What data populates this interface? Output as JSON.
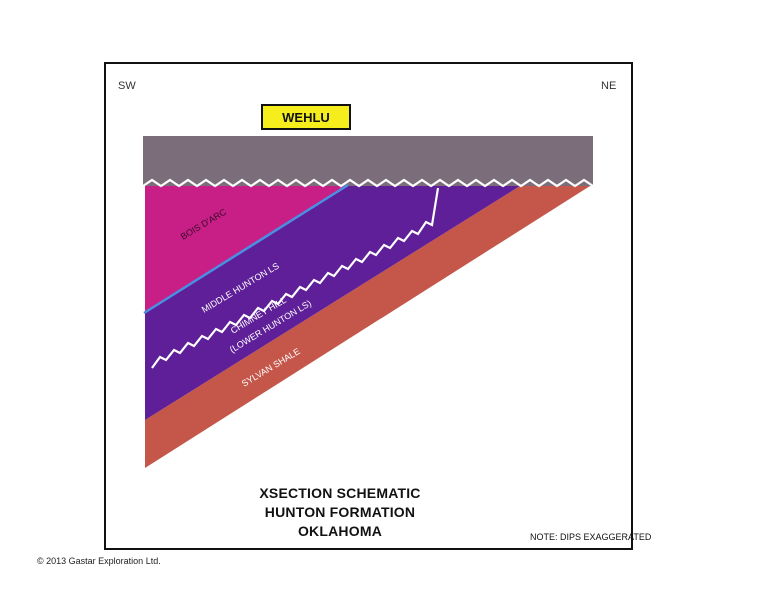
{
  "orientation": {
    "left": "SW",
    "right": "NE"
  },
  "well_label": "WEHLU",
  "layers": [
    {
      "name": "BOIS D'ARC",
      "color": "#c71f86"
    },
    {
      "name": "MIDDLE HUNTON LS",
      "color": "#5e1f98"
    },
    {
      "name": "CHIMNEY HILL",
      "subname": "(LOWER HUNTON LS)",
      "color": "#5e1f98"
    },
    {
      "name": "SYLVAN SHALE",
      "color": "#c4574a"
    }
  ],
  "overburden_color": "#7c6d7a",
  "contact_color": "#4a90e2",
  "title_lines": [
    "XSECTION SCHEMATIC",
    "HUNTON FORMATION",
    "OKLAHOMA"
  ],
  "note": "NOTE: DIPS EXAGGERATED",
  "copyright": "© 2013 Gastar Exploration Ltd."
}
